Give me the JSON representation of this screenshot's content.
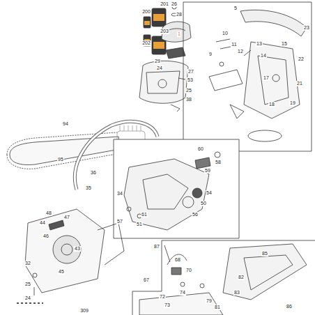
{
  "diagram": {
    "labels": [
      "201",
      "200",
      "202",
      "203",
      "26",
      "28",
      "1",
      "29",
      "24",
      "53",
      "27",
      "38",
      "25",
      "5",
      "11",
      "12",
      "9",
      "10",
      "13",
      "14",
      "15",
      "17",
      "18",
      "19",
      "21",
      "22",
      "23",
      "94",
      "95",
      "36",
      "35",
      "58",
      "60",
      "59",
      "54",
      "50",
      "34",
      "51",
      "57",
      "61",
      "56",
      "48",
      "47",
      "44",
      "46",
      "43",
      "45",
      "32",
      "25",
      "24",
      "309",
      "87",
      "67",
      "68",
      "70",
      "72",
      "73",
      "74",
      "79",
      "81",
      "82",
      "83",
      "85",
      "86"
    ]
  }
}
